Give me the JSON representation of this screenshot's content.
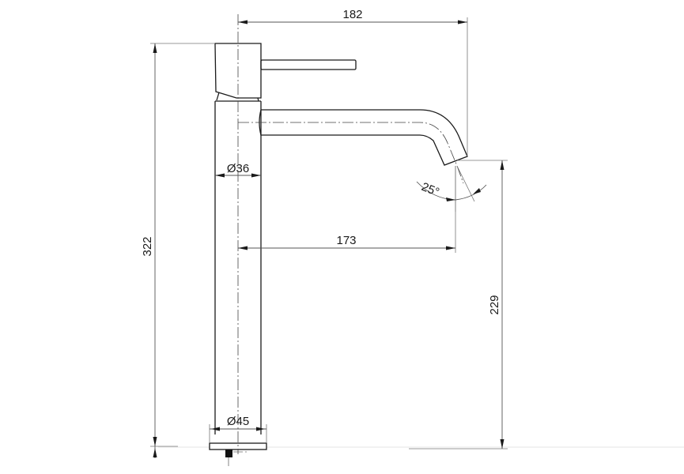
{
  "drawing": {
    "subject": "Tall single-lever basin mixer - side elevation",
    "units": "mm",
    "line_color": "#1a1a1a",
    "dimension_line_color": "#555555",
    "background": "#ffffff"
  },
  "dimensions": {
    "overall_reach": {
      "label": "182",
      "value": 182,
      "orientation": "horizontal"
    },
    "spout_reach": {
      "label": "173",
      "value": 173,
      "orientation": "horizontal"
    },
    "overall_height": {
      "label": "322",
      "value": 322,
      "orientation": "vertical"
    },
    "spout_height": {
      "label": "229",
      "value": 229,
      "orientation": "vertical"
    },
    "body_diameter": {
      "label": "Ø36",
      "value": 36,
      "orientation": "horizontal"
    },
    "base_diameter": {
      "label": "Ø45",
      "value": 45,
      "orientation": "horizontal"
    },
    "spout_angle": {
      "label": "25°",
      "value": 25,
      "orientation": "angular"
    }
  },
  "components": [
    {
      "name": "lever-handle"
    },
    {
      "name": "handle-cartridge-body"
    },
    {
      "name": "main-column"
    },
    {
      "name": "spout"
    },
    {
      "name": "base-flange"
    },
    {
      "name": "threaded-connector"
    }
  ]
}
